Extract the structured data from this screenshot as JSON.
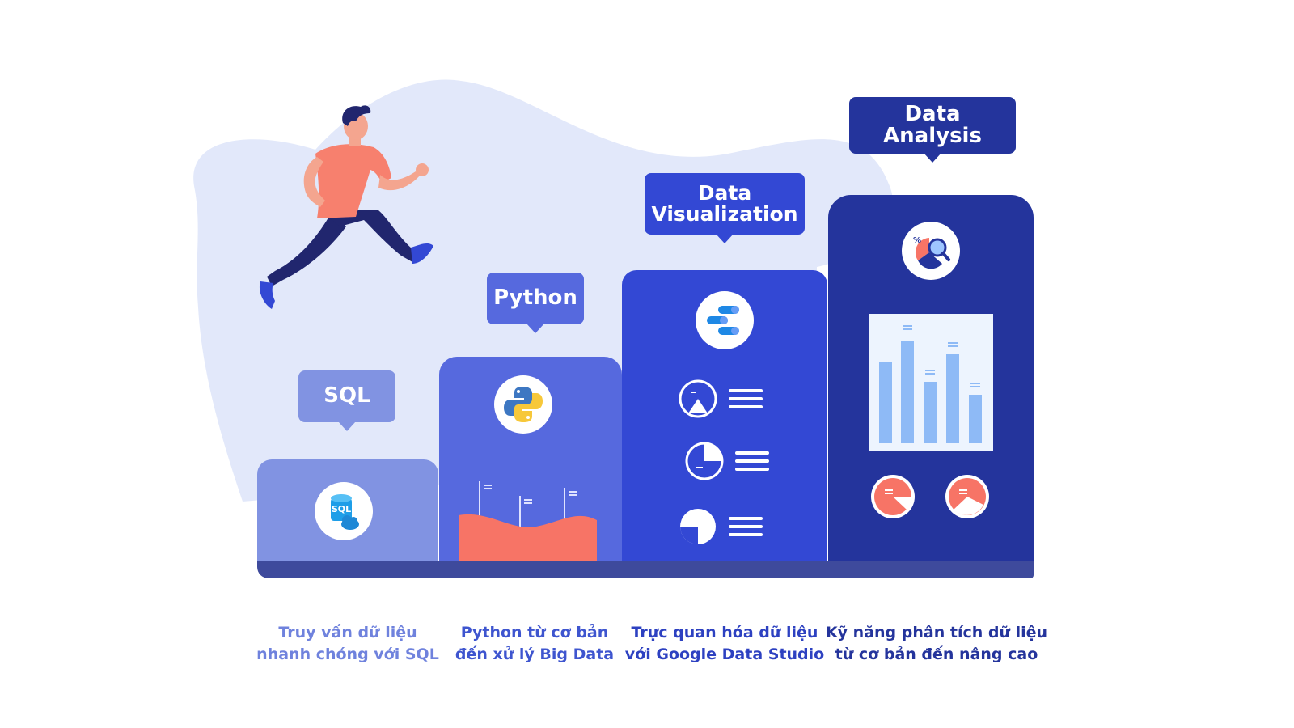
{
  "steps": [
    {
      "tag": "SQL",
      "icon": "sql-database-cloud-icon",
      "caption": "Truy vấn dữ liệu\nnhanh chóng với SQL",
      "color": "#8193e2",
      "caption_color": "#6f82dd"
    },
    {
      "tag": "Python",
      "icon": "python-logo-icon",
      "caption": "Python từ cơ bản\nđến xử lý Big Data",
      "color": "#5669de",
      "caption_color": "#3e55cf"
    },
    {
      "tag": "Data\nVisualization",
      "icon": "google-data-studio-icon",
      "caption": "Trực quan hóa dữ liệu\nvới Google Data Studio",
      "color": "#3348d4",
      "caption_color": "#2d41c1"
    },
    {
      "tag": "Data\nAnalysis",
      "icon": "data-analysis-magnifier-icon",
      "caption": "Kỹ năng phân tích dữ liệu\ntừ cơ bản đến nâng cao",
      "color": "#24349c",
      "caption_color": "#24349c"
    }
  ],
  "icons": {
    "sql_badge": "SQL"
  },
  "colors": {
    "background_blob": "#e2e8fa",
    "base_bar": "#3e4a9c",
    "accent_coral": "#f77466",
    "bar_light": "#8ebaf6"
  }
}
